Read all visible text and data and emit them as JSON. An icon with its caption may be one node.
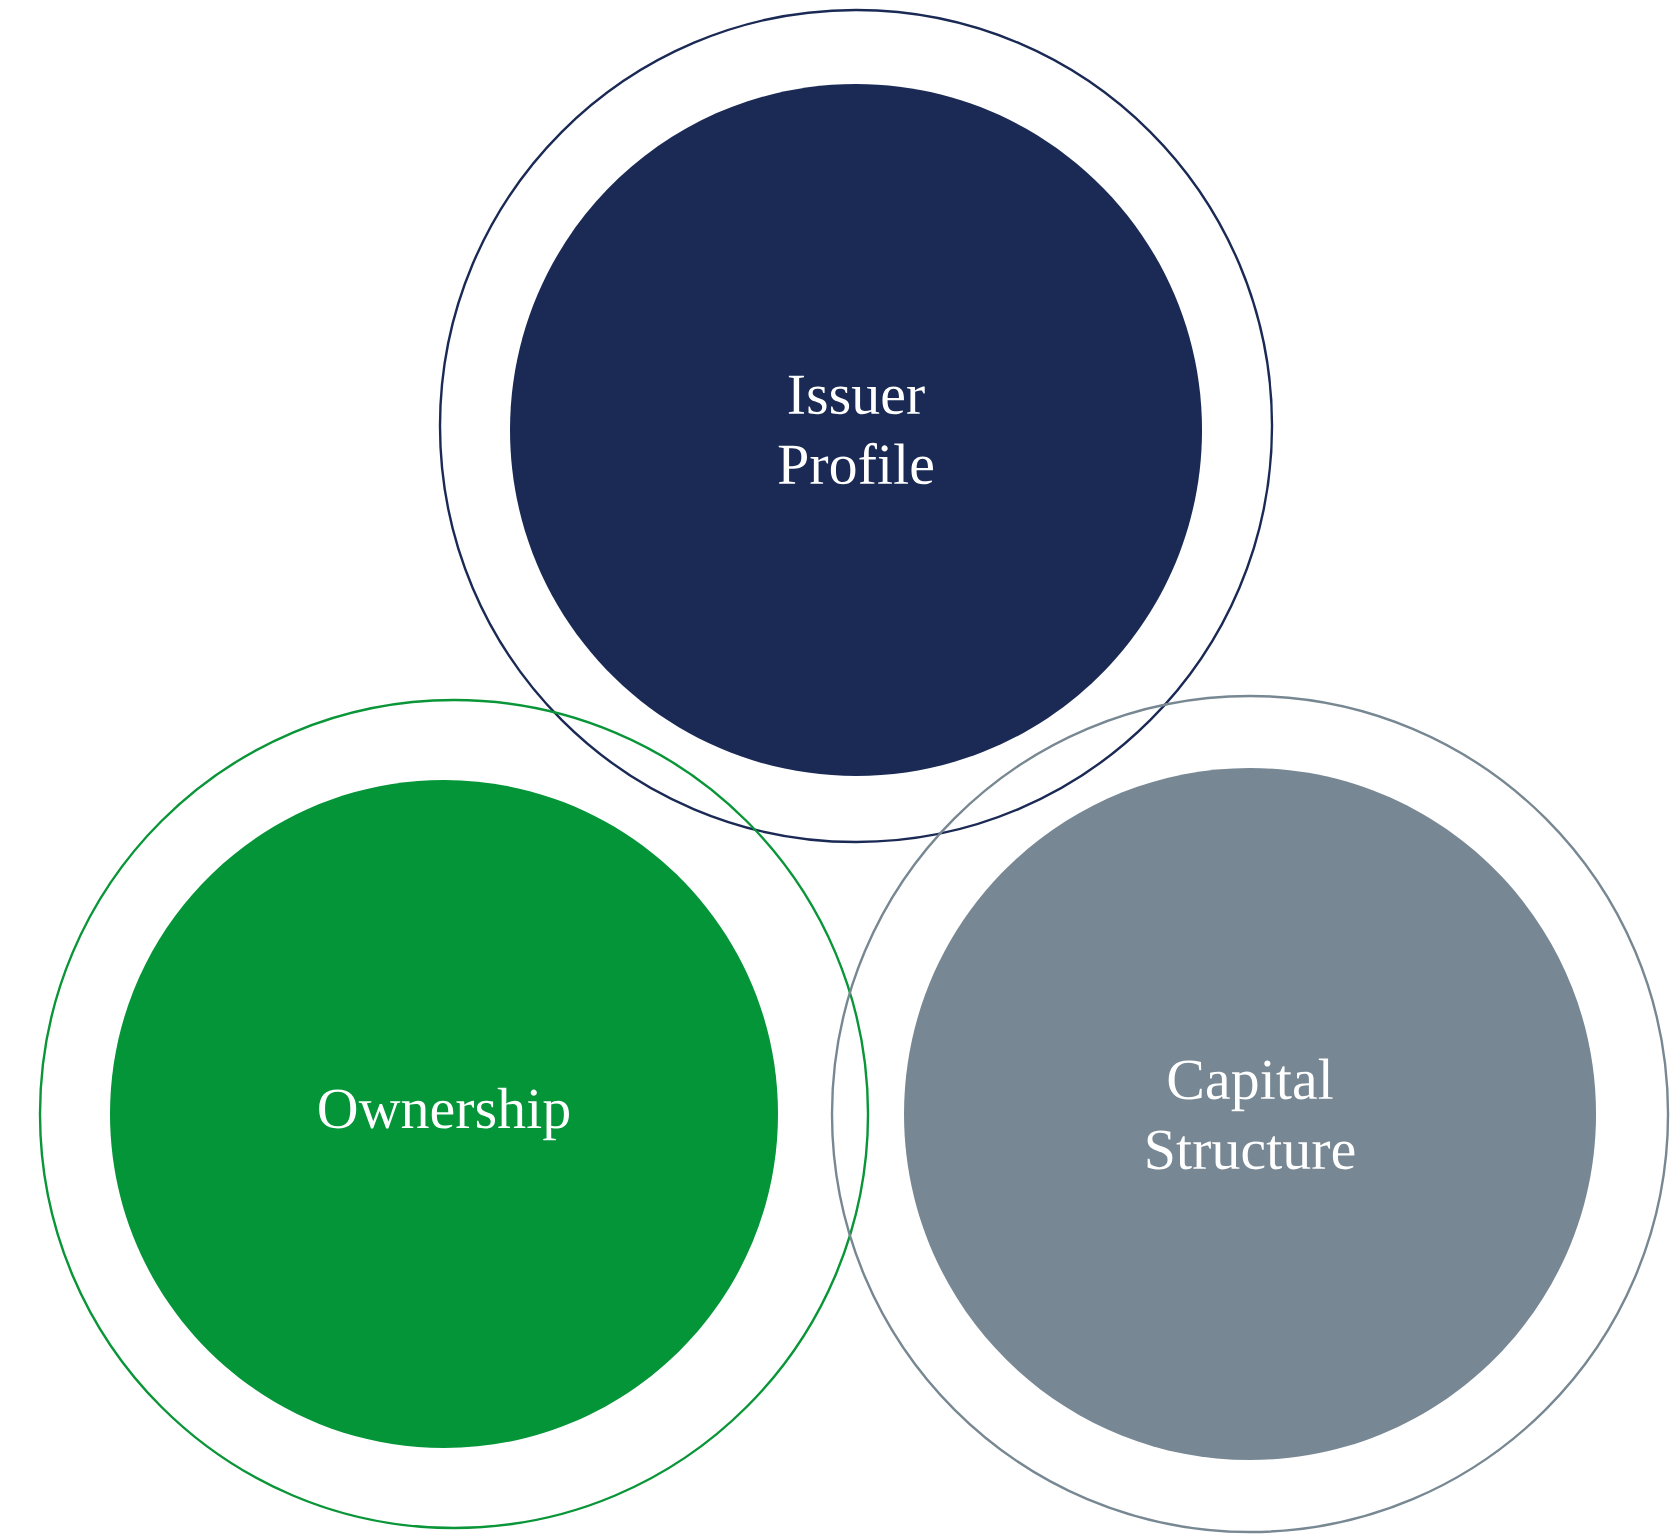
{
  "diagram": {
    "nodes": [
      {
        "text": [],
        "shape": "circle"
      },
      {
        "text": [
          "Issuer Profile"
        ],
        "in": 0
      },
      {
        "text": [],
        "shape": "circle"
      },
      {
        "text": [
          "Ownership"
        ],
        "in": 2
      },
      {
        "text": [],
        "shape": "circle"
      },
      {
        "text": [
          "Capital Structure"
        ],
        "in": 4
      }
    ]
  }
}
